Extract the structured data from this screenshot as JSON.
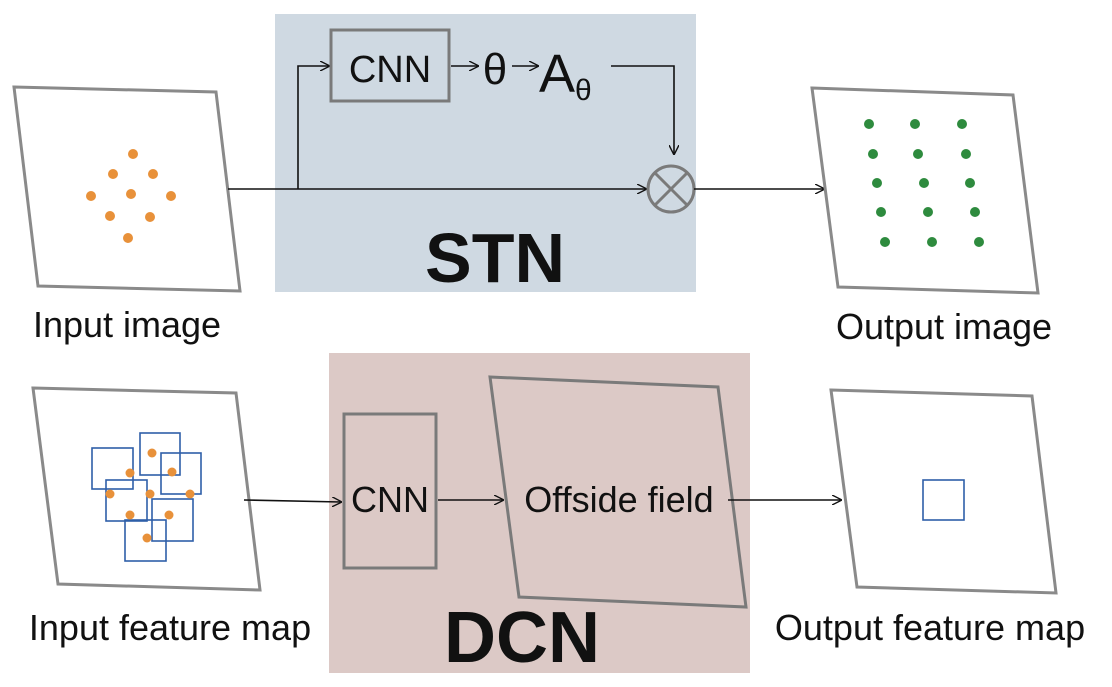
{
  "stn": {
    "title": "STN",
    "cnn_label": "CNN",
    "theta_label": "θ",
    "a_label": "A",
    "a_subscript": "θ",
    "input_label": "Input image",
    "output_label": "Output image"
  },
  "dcn": {
    "title": "DCN",
    "cnn_label": "CNN",
    "offset_label": "Offside field",
    "input_label": "Input feature map",
    "output_label": "Output feature map"
  },
  "colors": {
    "stn_panel": "#cfd9e2",
    "dcn_panel": "#dcc9c6",
    "frame": "#888888",
    "input_dots": "#e8913a",
    "output_dots": "#2e8b3e",
    "sample_boxes": "#2f5fa8"
  }
}
